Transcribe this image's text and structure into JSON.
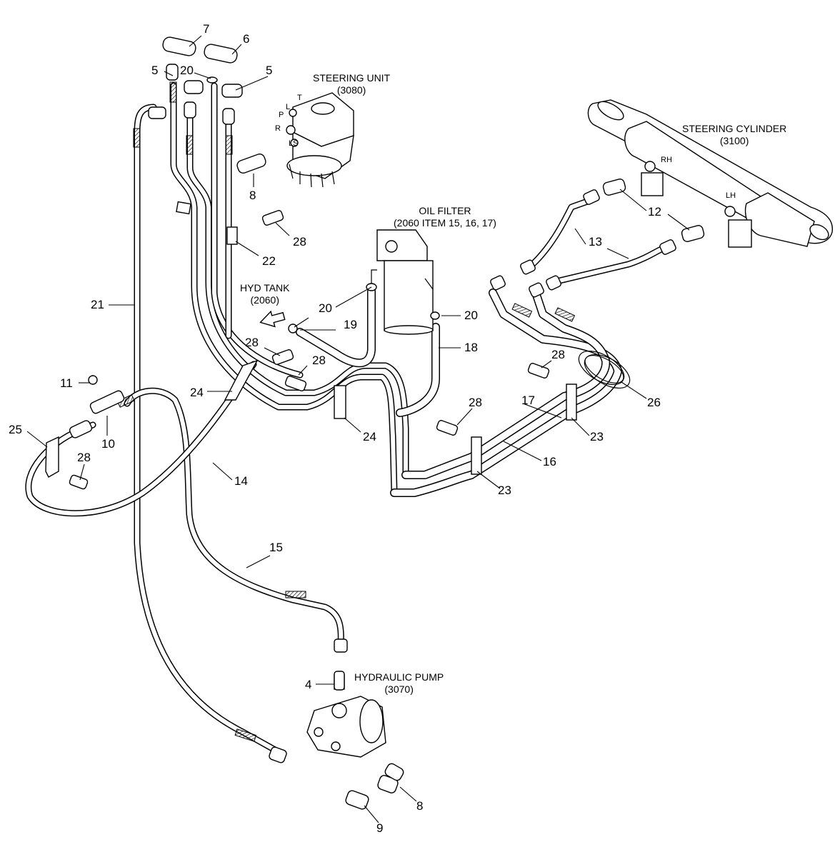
{
  "components": {
    "steering_unit": {
      "name": "STEERING UNIT",
      "ref": "(3080)",
      "ports": [
        "T",
        "L",
        "P",
        "R",
        "LS"
      ]
    },
    "steering_cylinder": {
      "name": "STEERING CYLINDER",
      "ref": "(3100)",
      "ports": [
        "RH",
        "LH"
      ]
    },
    "oil_filter": {
      "name": "OIL FILTER",
      "ref": "(2060 ITEM 15, 16, 17)"
    },
    "hyd_tank": {
      "name": "HYD TANK",
      "ref": "(2060)"
    },
    "hydraulic_pump": {
      "name": "HYDRAULIC PUMP",
      "ref": "(3070)"
    }
  },
  "callouts": [
    "7",
    "6",
    "5",
    "20",
    "5",
    "8",
    "28",
    "22",
    "21",
    "20",
    "19",
    "28",
    "28",
    "24",
    "11",
    "25",
    "10",
    "28",
    "14",
    "24",
    "15",
    "4",
    "9",
    "8",
    "13",
    "12",
    "20",
    "18",
    "28",
    "17",
    "28",
    "23",
    "16",
    "23",
    "26"
  ]
}
